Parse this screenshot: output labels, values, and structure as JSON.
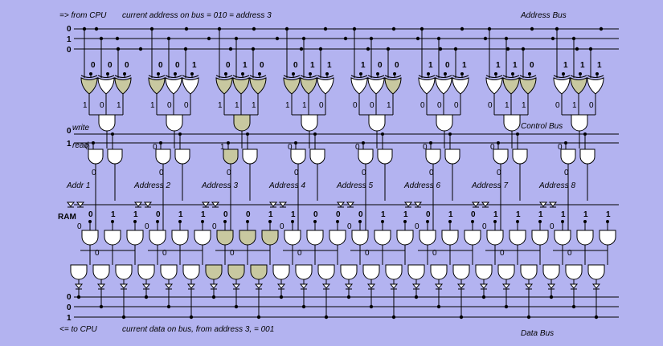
{
  "header": {
    "from_cpu": "=> from CPU",
    "address_info": "current address on bus = 010 = address 3",
    "address_bus": "Address Bus"
  },
  "footer": {
    "to_cpu": "<= to CPU",
    "data_info": "current data on bus, from address 3, = 001",
    "data_bus": "Data Bus"
  },
  "labels": {
    "control_bus": "Control Bus",
    "write": "write",
    "read": "read",
    "ram": "RAM"
  },
  "address_bus_values": [
    "0",
    "1",
    "0"
  ],
  "control_values": {
    "write": "0",
    "read": "1"
  },
  "data_bus_values": [
    "0",
    "0",
    "1"
  ],
  "addresses": [
    {
      "label": "Addr 1",
      "code": [
        "0",
        "0",
        "0"
      ],
      "data": [
        "0",
        "1",
        "1"
      ],
      "selected": false
    },
    {
      "label": "Address 2",
      "code": [
        "0",
        "0",
        "1"
      ],
      "data": [
        "0",
        "1",
        "1"
      ],
      "selected": false
    },
    {
      "label": "Address 3",
      "code": [
        "0",
        "1",
        "0"
      ],
      "data": [
        "0",
        "0",
        "1"
      ],
      "selected": true
    },
    {
      "label": "Address 4",
      "code": [
        "0",
        "1",
        "1"
      ],
      "data": [
        "1",
        "0",
        "0"
      ],
      "selected": false
    },
    {
      "label": "Address 5",
      "code": [
        "1",
        "0",
        "0"
      ],
      "data": [
        "0",
        "1",
        "1"
      ],
      "selected": false
    },
    {
      "label": "Address 6",
      "code": [
        "1",
        "0",
        "1"
      ],
      "data": [
        "0",
        "1",
        "0"
      ],
      "selected": false
    },
    {
      "label": "Address 7",
      "code": [
        "1",
        "1",
        "0"
      ],
      "data": [
        "1",
        "1",
        "1"
      ],
      "selected": false
    },
    {
      "label": "Address 8",
      "code": [
        "1",
        "1",
        "1"
      ],
      "data": [
        "1",
        "1",
        "1"
      ],
      "selected": false
    }
  ],
  "colors": {
    "background": "#b3b3f0",
    "gate_active": "#c8c8a0",
    "gate_inactive": "#ffffff",
    "wire": "#000000"
  }
}
